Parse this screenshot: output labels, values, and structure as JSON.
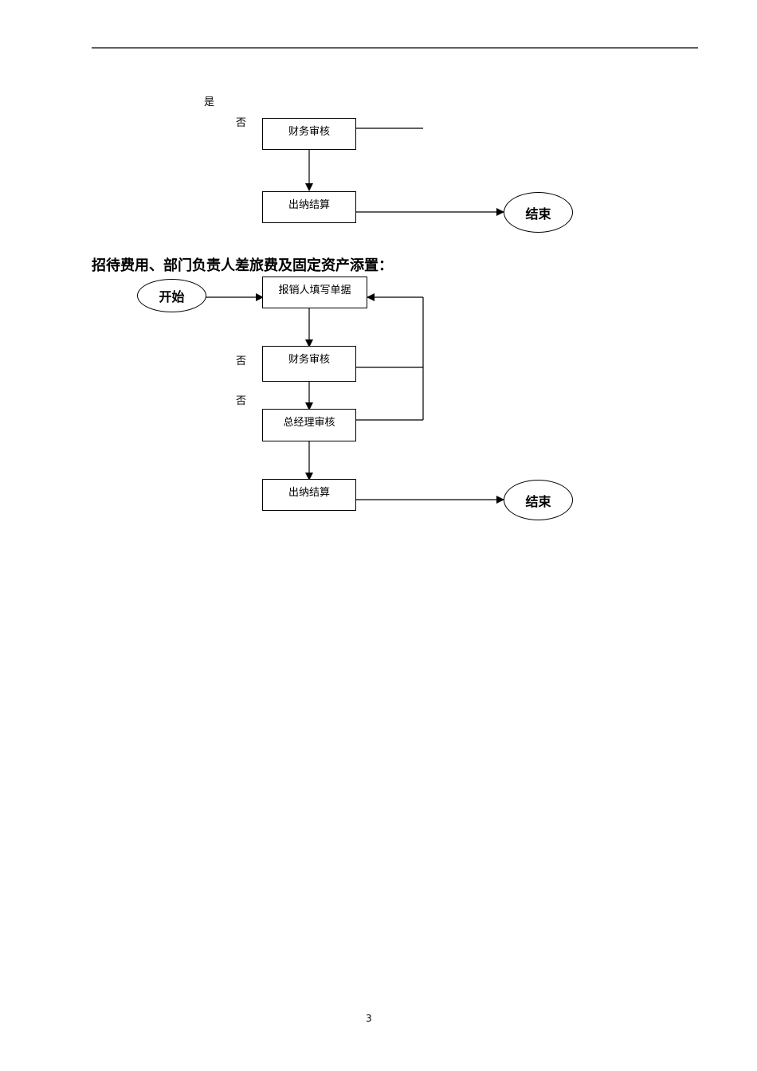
{
  "flow1": {
    "label_yes": "是",
    "label_no": "否",
    "finance_review": "财务审核",
    "cashier_settlement": "出纳结算",
    "end": "结束"
  },
  "section_heading": "招待费用、部门负责人差旅费及固定资产添置：",
  "flow2": {
    "start": "开始",
    "fill_form": "报销人填写单据",
    "finance_review": "财务审核",
    "label_no_1": "否",
    "label_no_2": "否",
    "gm_review": "总经理审核",
    "cashier_settlement": "出纳结算",
    "end": "结束"
  },
  "page_number": "3"
}
